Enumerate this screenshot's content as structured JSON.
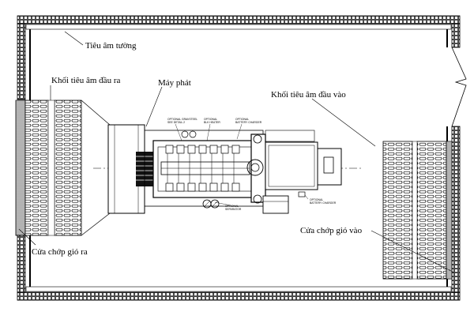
{
  "labels": {
    "wall_silencer": "Tiêu âm tường",
    "outlet_silencer": "Khối tiêu âm đầu ra",
    "generator": "Máy phát",
    "inlet_silencer": "Khối tiêu âm đầu vào",
    "inlet_louver": "Cửa chớp gió vào",
    "outlet_louver": "Cửa chớp gió ra"
  },
  "equipment_notes": {
    "note_1": "OPTIONAL GRAVSTEEL",
    "note_1b": "SEE DETAIL 2",
    "note_2": "OPTIONAL",
    "note_2b": "BLK HEATER",
    "note_3": "OPTIONAL",
    "note_3b": "BATTERY CHARGER",
    "note_4": "OPTIONAL",
    "note_4b": "SEPARATOR",
    "note_5": "OPTIONAL",
    "note_5b": "BATTERY CHARGER"
  },
  "colors": {
    "line": "#000000",
    "background": "#ffffff"
  }
}
